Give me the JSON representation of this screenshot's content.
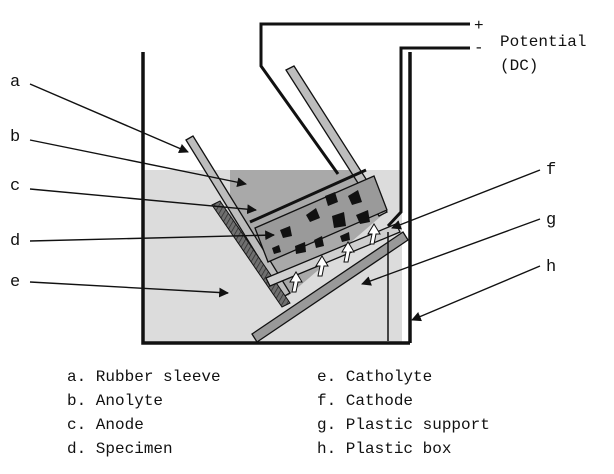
{
  "diagram": {
    "potential": {
      "plus": "+",
      "minus": "-",
      "label_line1": "Potential",
      "label_line2": "(DC)"
    },
    "callouts": [
      {
        "letter": "a"
      },
      {
        "letter": "b"
      },
      {
        "letter": "c"
      },
      {
        "letter": "d"
      },
      {
        "letter": "e"
      },
      {
        "letter": "f"
      },
      {
        "letter": "g"
      },
      {
        "letter": "h"
      }
    ],
    "legend": [
      "a. Rubber sleeve",
      "b. Anolyte",
      "c. Anode",
      "d. Specimen",
      "e. Catholyte",
      "f. Cathode",
      "g. Plastic support",
      "h. Plastic box"
    ],
    "colors": {
      "catholyte": "#dcdcdc",
      "anolyte": "#a9a9a9",
      "line": "#111111",
      "support": "#999999"
    }
  }
}
